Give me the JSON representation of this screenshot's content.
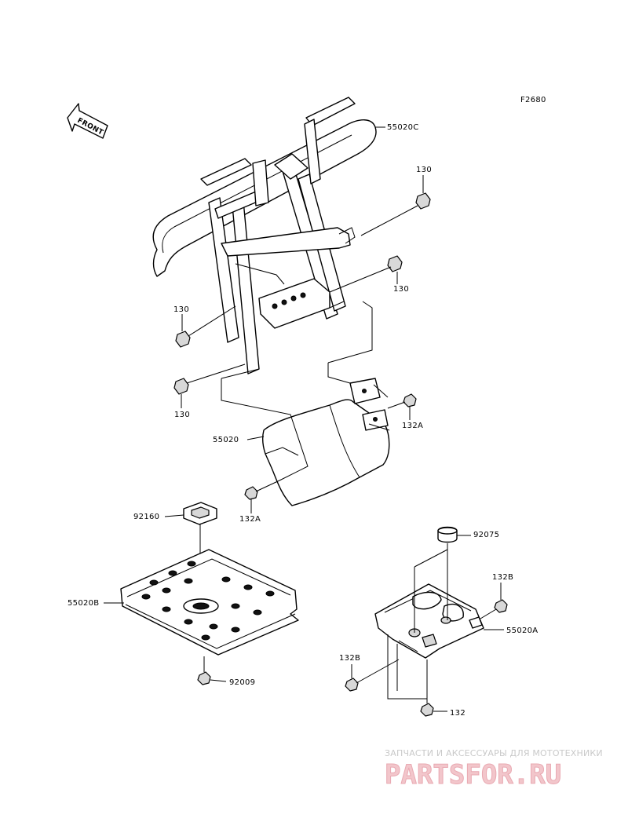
{
  "figure_code": "F2680",
  "front_arrow_text": "FRONT",
  "labels": {
    "guard_front": "55020C",
    "guard_lower": "55020",
    "skid_plate": "55020B",
    "guard_small": "55020A",
    "bolt_top_right": "130",
    "bolt_mid_right": "130",
    "bolt_left_upper": "130",
    "bolt_left_lower": "130",
    "bolt_132a_right": "132A",
    "bolt_132a_left": "132A",
    "cushion": "92160",
    "bolt_skid": "92009",
    "grommet": "92075",
    "bolt_132b_right": "132B",
    "bolt_132b_left": "132B",
    "bolt_132": "132"
  },
  "watermark": {
    "tagline": "ЗАПЧАСТИ И АКСЕССУАРЫ ДЛЯ МОТОТЕХНИКИ",
    "logo": "PARTSFOR.RU"
  }
}
